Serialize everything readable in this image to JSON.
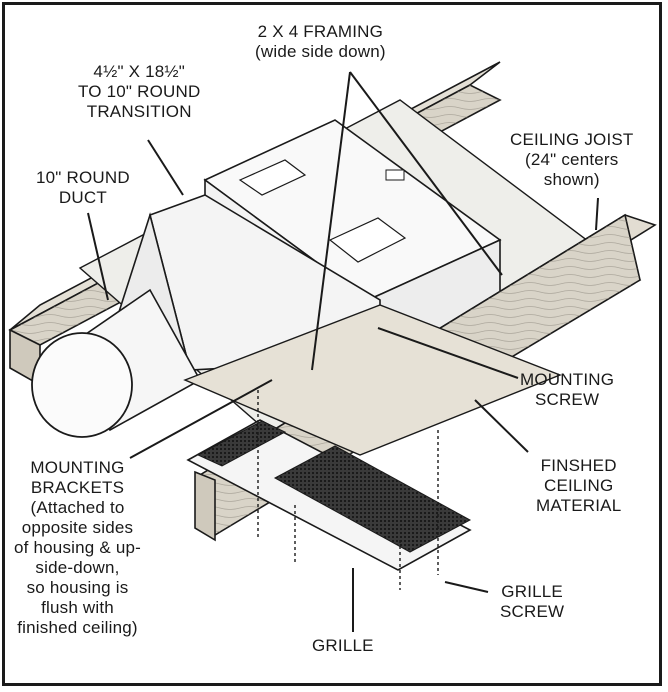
{
  "labels": {
    "framing": [
      "2 X 4 FRAMING",
      "(wide side down)"
    ],
    "transition": [
      "4½\" X 18½\"",
      "TO 10\" ROUND",
      "TRANSITION"
    ],
    "joist": [
      "CEILING JOIST",
      "(24\" centers",
      "shown)"
    ],
    "duct": [
      "10\" ROUND",
      "DUCT"
    ],
    "mounting_screw": [
      "MOUNTING",
      "SCREW"
    ],
    "ceiling_material": [
      "FINSHED",
      "CEILING",
      "MATERIAL"
    ],
    "brackets": [
      "MOUNTING",
      "BRACKETS",
      "(Attached to",
      "opposite sides",
      "of housing & up-",
      "side-down,",
      "so housing is",
      "flush with",
      "finished ceiling)"
    ],
    "grille_screw": [
      "GRILLE",
      "SCREW"
    ],
    "grille": [
      "GRILLE"
    ]
  },
  "colors": {
    "line": "#1a1a1a",
    "wood": "#d9d4c8",
    "wood_grain": "#8f8a80",
    "housing": "#f7f7f7",
    "grille_mesh": "#2e2e2e"
  }
}
